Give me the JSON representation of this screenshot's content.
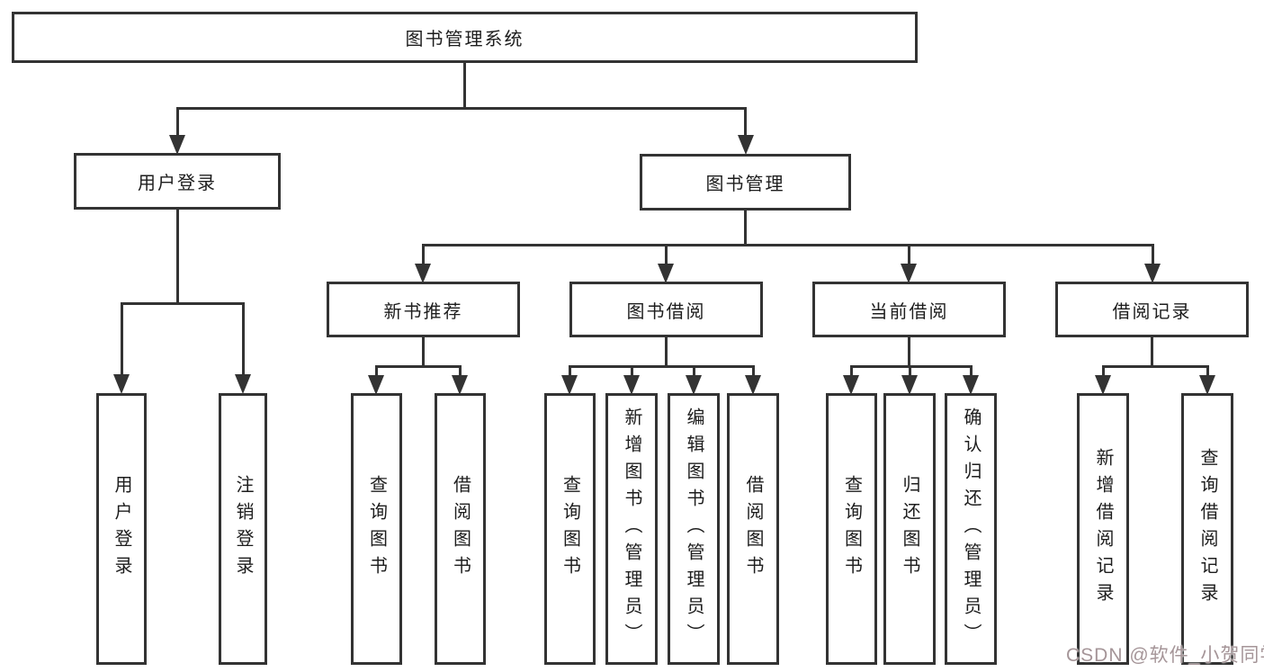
{
  "diagram_type": "tree",
  "colors": {
    "line": "#333333",
    "text": "#1d1d1d",
    "background": "#ffffff",
    "watermark": "#a59598"
  },
  "tree": {
    "label": "图书管理系统",
    "children": [
      {
        "label": "用户登录",
        "children": [
          {
            "label": "用户登录"
          },
          {
            "label": "注销登录"
          }
        ]
      },
      {
        "label": "图书管理",
        "children": [
          {
            "label": "新书推荐",
            "children": [
              {
                "label": "查询图书"
              },
              {
                "label": "借阅图书"
              }
            ]
          },
          {
            "label": "图书借阅",
            "children": [
              {
                "label": "查询图书"
              },
              {
                "label": "新增图书（管理员）"
              },
              {
                "label": "编辑图书（管理员）"
              },
              {
                "label": "借阅图书"
              }
            ]
          },
          {
            "label": "当前借阅",
            "children": [
              {
                "label": "查询图书"
              },
              {
                "label": "归还图书"
              },
              {
                "label": "确认归还（管理员）"
              }
            ]
          },
          {
            "label": "借阅记录",
            "children": [
              {
                "label": "新增借阅记录"
              },
              {
                "label": "查询借阅记录"
              }
            ]
          }
        ]
      }
    ]
  },
  "watermark": {
    "text": "CSDN @软件_小贺同学"
  }
}
